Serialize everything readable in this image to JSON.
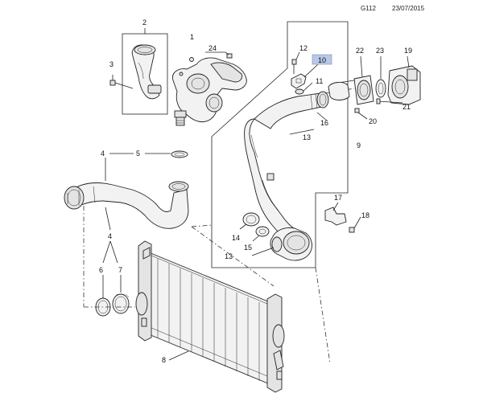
{
  "header": {
    "code": "G112",
    "date": "23/07/2015"
  },
  "callouts": [
    {
      "id": "c1",
      "label": "1"
    },
    {
      "id": "c2",
      "label": "2"
    },
    {
      "id": "c3",
      "label": "3"
    },
    {
      "id": "c4a",
      "label": "4"
    },
    {
      "id": "c4b",
      "label": "4"
    },
    {
      "id": "c5",
      "label": "5"
    },
    {
      "id": "c6",
      "label": "6"
    },
    {
      "id": "c7",
      "label": "7"
    },
    {
      "id": "c8",
      "label": "8"
    },
    {
      "id": "c9",
      "label": "9"
    },
    {
      "id": "c10",
      "label": "10"
    },
    {
      "id": "c11",
      "label": "11"
    },
    {
      "id": "c12",
      "label": "12"
    },
    {
      "id": "c13a",
      "label": "13"
    },
    {
      "id": "c13b",
      "label": "13"
    },
    {
      "id": "c14",
      "label": "14"
    },
    {
      "id": "c15",
      "label": "15"
    },
    {
      "id": "c16",
      "label": "16"
    },
    {
      "id": "c17",
      "label": "17"
    },
    {
      "id": "c18",
      "label": "18"
    },
    {
      "id": "c19",
      "label": "19"
    },
    {
      "id": "c20",
      "label": "20"
    },
    {
      "id": "c21",
      "label": "21"
    },
    {
      "id": "c22",
      "label": "22"
    },
    {
      "id": "c23",
      "label": "23"
    },
    {
      "id": "c24",
      "label": "24"
    }
  ],
  "highlight": {
    "callout": "10",
    "color": "#b9c8e6"
  }
}
